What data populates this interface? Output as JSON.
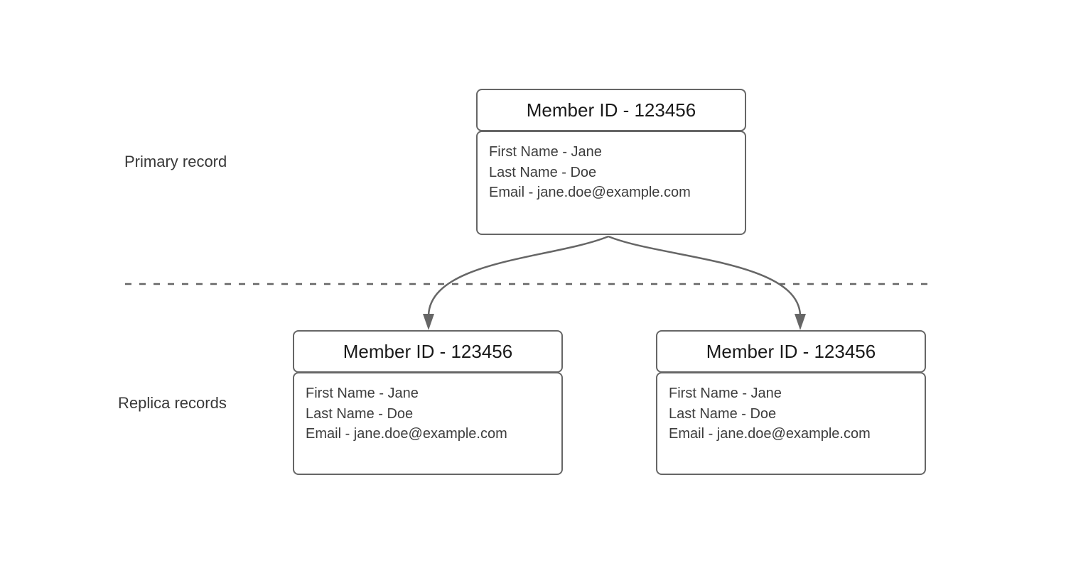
{
  "diagram": {
    "labels": {
      "primary": "Primary record",
      "replica": "Replica records"
    },
    "primary_card": {
      "title": "Member ID - 123456",
      "fields": [
        "First Name - Jane",
        "Last Name - Doe",
        "Email - jane.doe@example.com"
      ]
    },
    "replica_card_left": {
      "title": "Member ID - 123456",
      "fields": [
        "First Name - Jane",
        "Last Name - Doe",
        "Email - jane.doe@example.com"
      ]
    },
    "replica_card_right": {
      "title": "Member ID - 123456",
      "fields": [
        "First Name - Jane",
        "Last Name - Doe",
        "Email - jane.doe@example.com"
      ]
    },
    "colors": {
      "border": "#666666",
      "connector": "#666666",
      "title_text": "#1a1a1a",
      "body_text": "#3d3d3d",
      "label_text": "#383838",
      "background": "#ffffff"
    }
  }
}
